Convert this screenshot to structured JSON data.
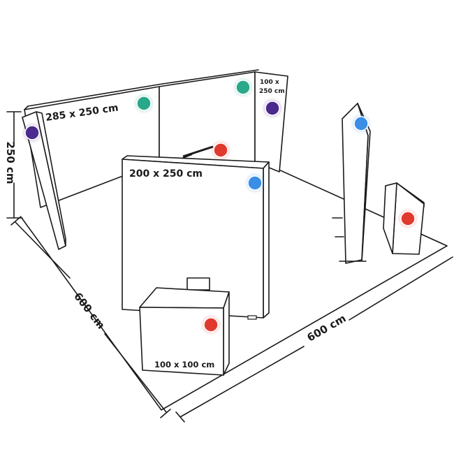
{
  "dimensions": {
    "height": "250 cm",
    "depth": "600 cm",
    "width": "600 cm"
  },
  "panels": {
    "back_wall": "285 x 250 cm",
    "corner_panel_line1": "100 x",
    "corner_panel_line2": "250 cm",
    "center_wall": "200 x 250 cm",
    "counter": "100 x 100 cm"
  },
  "colors": {
    "green": "#2aa98a",
    "purple": "#4a2a8c",
    "red": "#e03a2f",
    "blue": "#3a8ee6"
  },
  "markers": [
    {
      "color": "green"
    },
    {
      "color": "green"
    },
    {
      "color": "purple"
    },
    {
      "color": "purple"
    },
    {
      "color": "red"
    },
    {
      "color": "blue"
    },
    {
      "color": "blue"
    },
    {
      "color": "red"
    },
    {
      "color": "red"
    }
  ]
}
